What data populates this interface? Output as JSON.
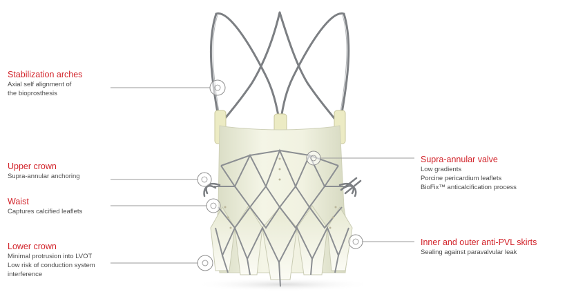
{
  "callouts": {
    "stabilization_arches": {
      "title": "Stabilization arches",
      "lines": [
        "Axial self alignment of",
        "the bioprosthesis"
      ]
    },
    "upper_crown": {
      "title": "Upper crown",
      "lines": [
        "Supra-annular anchoring"
      ]
    },
    "waist": {
      "title": "Waist",
      "lines": [
        "Captures calcified leaflets"
      ]
    },
    "lower_crown": {
      "title": "Lower crown",
      "lines": [
        "Minimal protrusion into LVOT",
        "Low risk of conduction system",
        "interference"
      ]
    },
    "supra_annular_valve": {
      "title": "Supra-annular valve",
      "lines": [
        "Low gradients",
        "Porcine pericardium leaflets",
        "BioFix™ anticalcification process"
      ]
    },
    "skirts": {
      "title": "Inner and outer anti-PVL skirts",
      "lines": [
        "Sealing against paravalvular leak"
      ]
    }
  },
  "colors": {
    "title_red": "#d2232a",
    "body_text": "#4a4a4a",
    "leader_line": "#9a9a9a",
    "frame_metal": "#7c7f83",
    "tissue": "#eef0dc"
  }
}
